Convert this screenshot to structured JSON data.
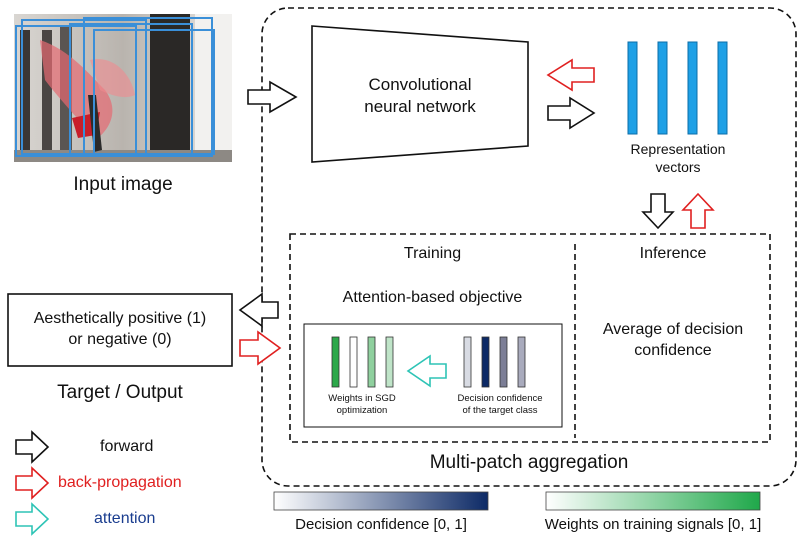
{
  "input_label": "Input image",
  "cnn_line1": "Convolutional",
  "cnn_line2": "neural network",
  "repr_line1": "Representation",
  "repr_line2": "vectors",
  "training_label": "Training",
  "inference_label": "Inference",
  "objective_label": "Attention-based objective",
  "weights_line1": "Weights in SGD",
  "weights_line2": "optimization",
  "decision_line1": "Decision  confidence",
  "decision_line2": "of the target class",
  "inference_line1": "Average of decision",
  "inference_line2": "confidence",
  "output_line1": "Aesthetically positive (1)",
  "output_line2": "or negative (0)",
  "target_label": "Target / Output",
  "aggregation_label": "Multi-patch aggregation",
  "legend": {
    "forward": "forward",
    "backprop": "back-propagation",
    "attention": "attention"
  },
  "scale_decision": "Decision confidence [0, 1]",
  "scale_weights": "Weights on training signals [0, 1]",
  "colors": {
    "forward": "#000000",
    "backprop": "#e02020",
    "attention": "#2ec4b6",
    "repr_bar": "#1ea0e6",
    "confidence_dark": "#0d2a66",
    "weights_green": "#2ca84a",
    "patch_blue": "#3a8fd8"
  }
}
